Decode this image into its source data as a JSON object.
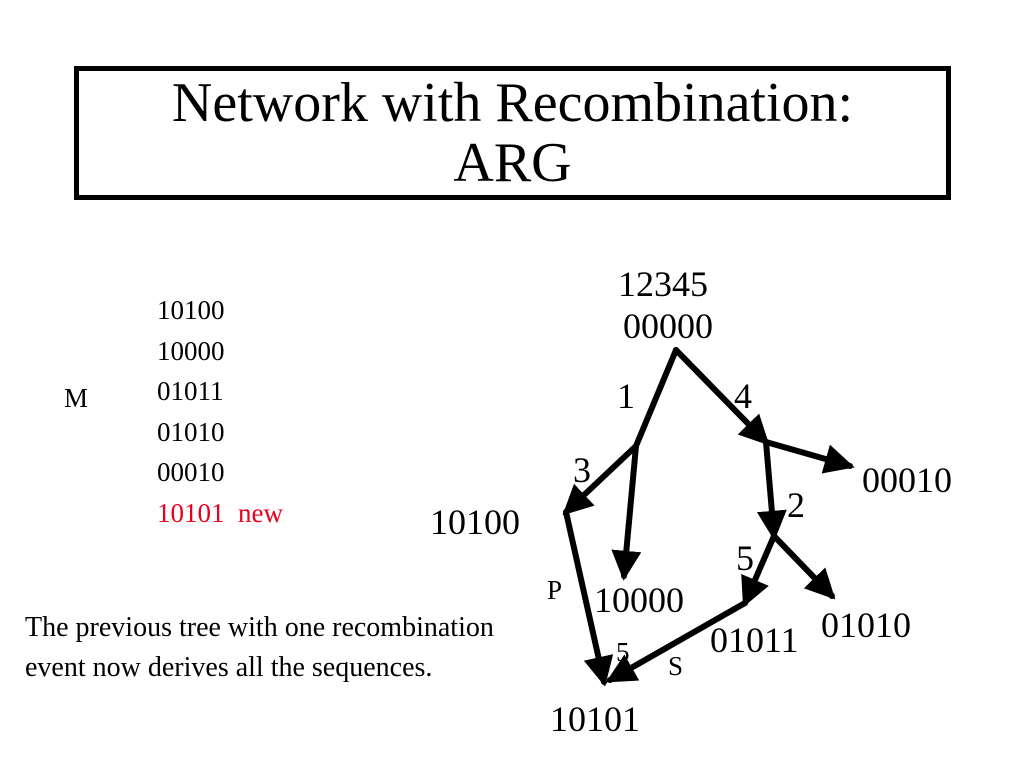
{
  "title": {
    "line1": "Network with Recombination:",
    "line2": "ARG"
  },
  "matrix": {
    "label": "M",
    "rows": [
      {
        "seq": "10100",
        "note": ""
      },
      {
        "seq": "10000",
        "note": ""
      },
      {
        "seq": "01011",
        "note": ""
      },
      {
        "seq": "01010",
        "note": ""
      },
      {
        "seq": "00010",
        "note": ""
      },
      {
        "seq": "10101",
        "note": "new"
      }
    ],
    "new_color": "#e8001c"
  },
  "caption": "The previous tree with one recombination event now derives all the sequences.",
  "graph": {
    "site_header": "12345",
    "nodes": {
      "root": "00000",
      "n00010": "00010",
      "n10100": "10100",
      "n10000": "10000",
      "n01011": "01011",
      "n01010": "01010",
      "n10101": "10101"
    },
    "edge_labels": {
      "m1": "1",
      "m4": "4",
      "m3": "3",
      "m2": "2",
      "m5": "5",
      "recomb_point": "5",
      "prefix": "P",
      "suffix": "S"
    }
  }
}
